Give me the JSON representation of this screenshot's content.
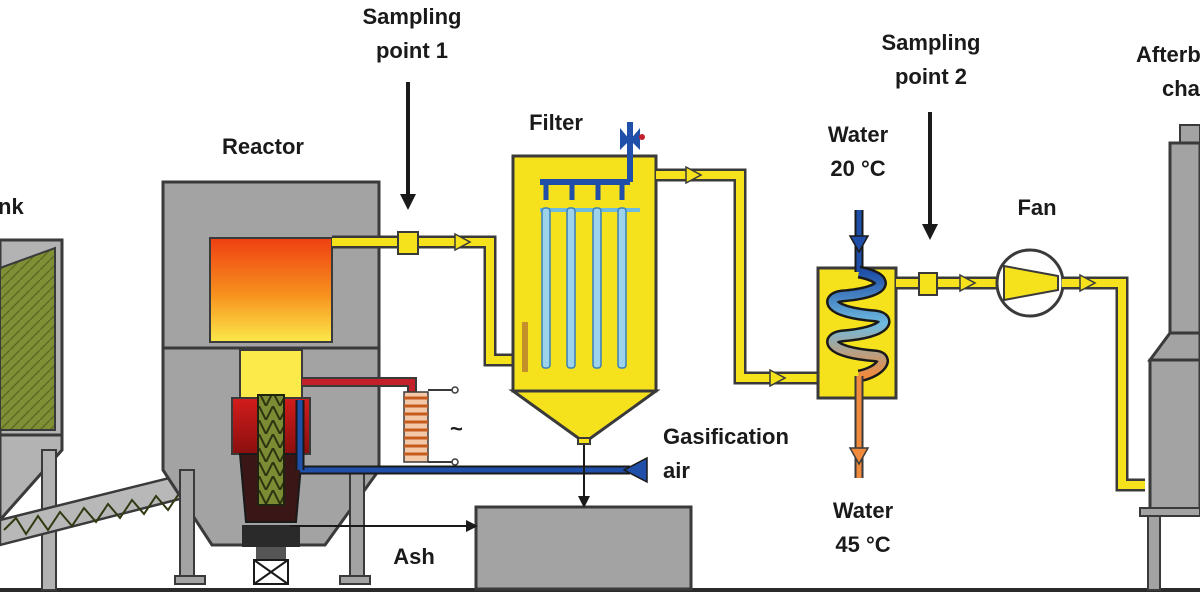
{
  "labels": {
    "tank": "nk",
    "reactor": "Reactor",
    "sampling1_l1": "Sampling",
    "sampling1_l2": "point 1",
    "filter": "Filter",
    "water_in_l1": "Water",
    "water_in_l2": "20 °C",
    "sampling2_l1": "Sampling",
    "sampling2_l2": "point 2",
    "fan": "Fan",
    "afterburn_l1": "Afterb",
    "afterburn_l2": "cha",
    "gasification_l1": "Gasification",
    "gasification_l2": "air",
    "ash": "Ash",
    "water_out_l1": "Water",
    "water_out_l2": "45 °C",
    "ac_symbol": "~"
  },
  "colors": {
    "gas_pipe": "#f5e11c",
    "pipe_outline": "#3a3a3a",
    "vessel_gray": "#a0a0a0",
    "biomass_green": "#6b8a2a",
    "air_blue": "#1f4fa8",
    "hot_water": "#f08a3c",
    "heater_red": "#c4202a"
  }
}
